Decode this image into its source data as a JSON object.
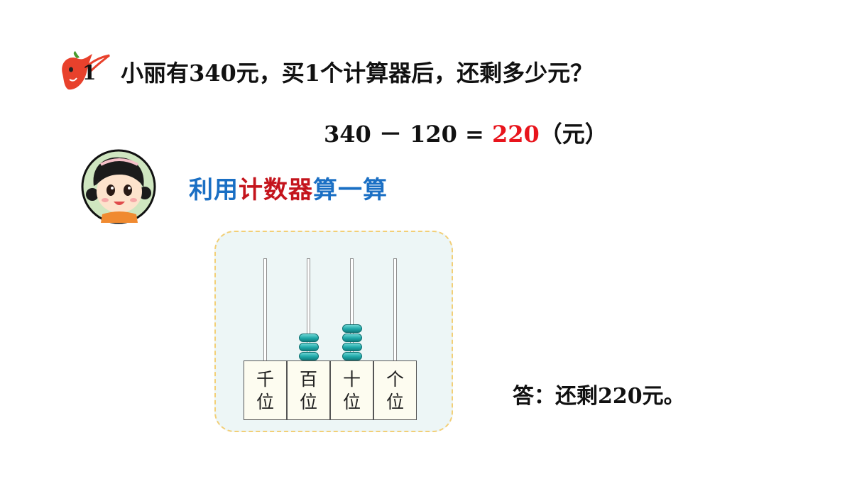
{
  "problem": {
    "number": "1",
    "question": "小丽有340元，买1个计算器后，还剩多少元？"
  },
  "equation": {
    "left": "340 － 120 =",
    "result": "220",
    "unit": "（元）"
  },
  "hint": {
    "part1": "利用",
    "part2": "计数器",
    "part3": "算一算"
  },
  "counter": {
    "places": [
      {
        "top": "千",
        "bottom": "位",
        "beads": 0
      },
      {
        "top": "百",
        "bottom": "位",
        "beads": 3
      },
      {
        "top": "十",
        "bottom": "位",
        "beads": 4
      },
      {
        "top": "个",
        "bottom": "位",
        "beads": 0
      }
    ],
    "bead_color": "#1ea8a8"
  },
  "answer": "答：还剩220元。"
}
